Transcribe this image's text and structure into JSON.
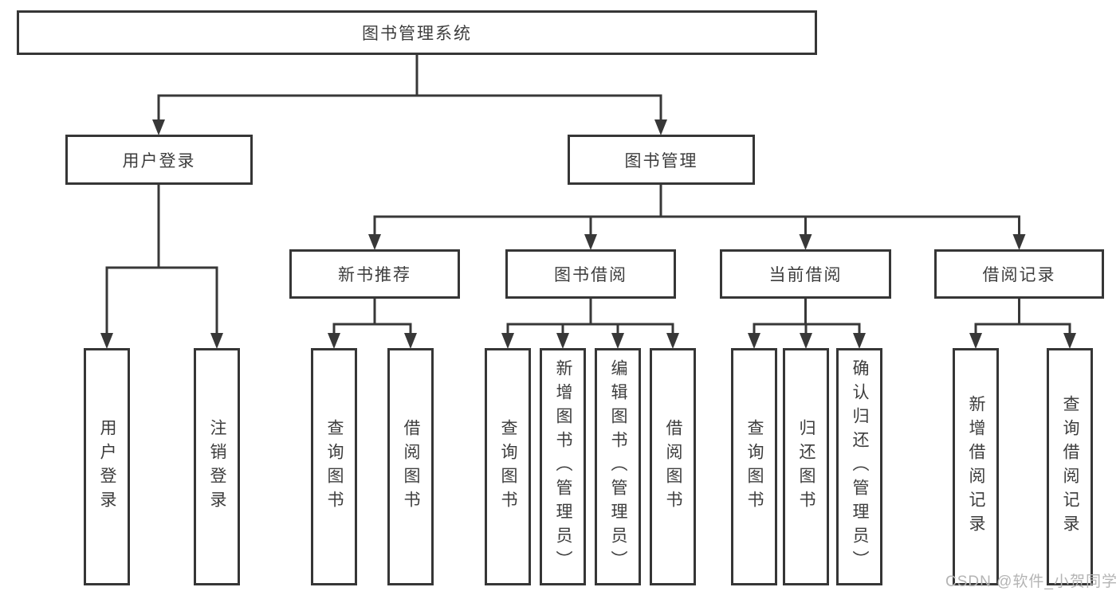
{
  "nodes": {
    "root": "图书管理系统",
    "level2": [
      "用户登录",
      "图书管理"
    ],
    "level3": [
      "新书推荐",
      "图书借阅",
      "当前借阅",
      "借阅记录"
    ],
    "leaves": {
      "user_login": [
        "用户登录",
        "注销登录"
      ],
      "new_book_recommendation": [
        "查询图书",
        "借阅图书"
      ],
      "book_borrowing": [
        "查询图书",
        "新增图书（管理员）",
        "编辑图书（管理员）",
        "借阅图书"
      ],
      "current_borrowing": [
        "查询图书",
        "归还图书",
        "确认归还（管理员）"
      ],
      "borrowing_records": [
        "新增借阅记录",
        "查询借阅记录"
      ]
    }
  },
  "watermark": "CSDN @软件_小贺同学",
  "colors": {
    "line": "#383838",
    "box_border": "#363636",
    "text": "#3d3d3d",
    "watermark": "#b4b4b4",
    "background": "#ffffff"
  }
}
